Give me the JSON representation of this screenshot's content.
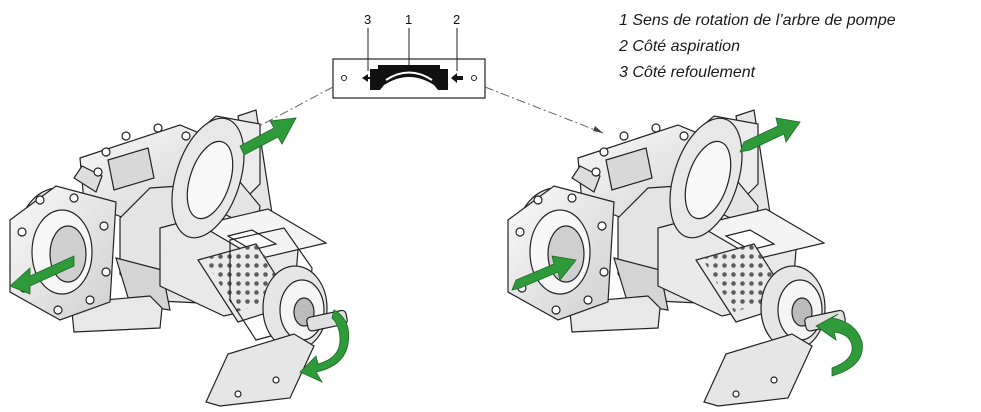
{
  "legend": {
    "items": [
      {
        "number": "1",
        "text": "Sens de rotation de l’arbre de pompe"
      },
      {
        "number": "2",
        "text": "Côté aspiration"
      },
      {
        "number": "3",
        "text": "Côté refoulement"
      }
    ]
  },
  "plate": {
    "callouts": [
      "3",
      "1",
      "2"
    ]
  },
  "colors": {
    "flow_arrow": "#2e9a3a",
    "line": "#222222",
    "body": "#efefef"
  }
}
